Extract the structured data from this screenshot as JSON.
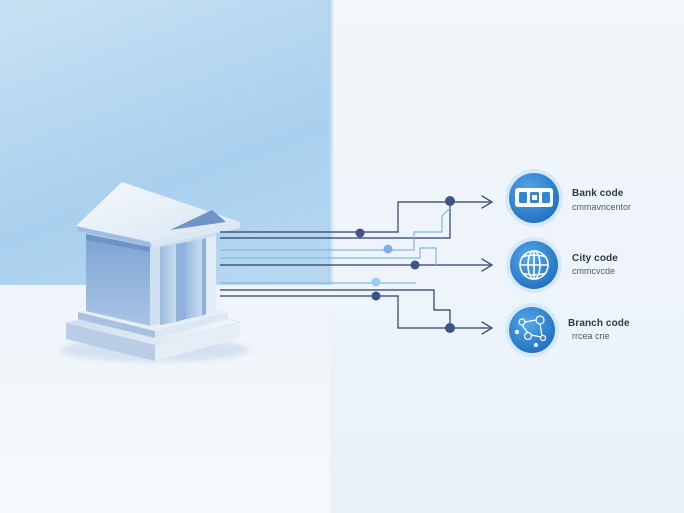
{
  "nodes": [
    {
      "id": "bank",
      "title": "Bank code",
      "subtitle": "cmmavncentor",
      "icon": "card-icon"
    },
    {
      "id": "city",
      "title": "City code",
      "subtitle": "cmmcvcde",
      "icon": "globe-icon"
    },
    {
      "id": "branch",
      "title": "Branch code",
      "subtitle": "rrcea cne",
      "icon": "network-icon"
    }
  ],
  "source_icon": "bank-building-icon",
  "colors": {
    "line_dark": "#2e3f66",
    "line_light": "#7fb9e3",
    "dot_dark": "#3e5489",
    "dot_light": "#9ccdee",
    "node_fill": "#2f86d3",
    "node_ring": "#d6e9f8"
  }
}
